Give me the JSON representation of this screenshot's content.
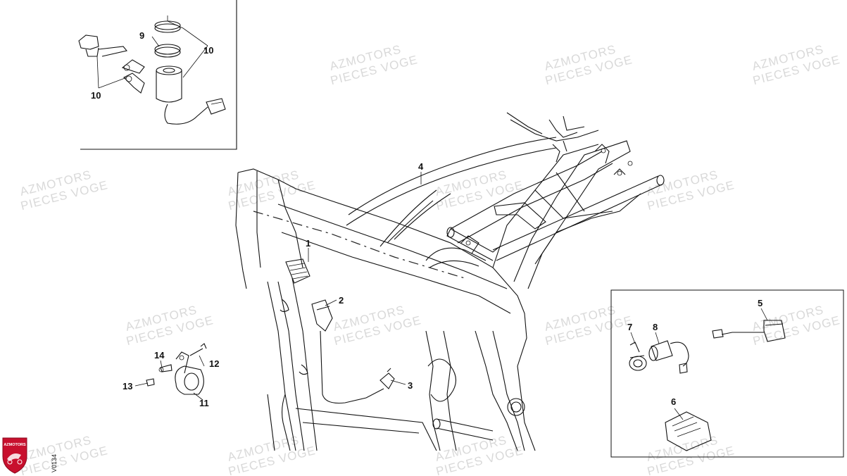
{
  "watermark": {
    "line1": "AZMOTORS",
    "line2": "PIECES VOGE"
  },
  "logo": {
    "text": "AZMOTORS",
    "color": "#c8102e"
  },
  "diagram_code": "V0134",
  "callouts": {
    "c1": "1",
    "c2": "2",
    "c3": "3",
    "c4": "4",
    "c5": "5",
    "c6": "6",
    "c7": "7",
    "c8": "8",
    "c9": "9",
    "c10a": "10",
    "c10b": "10",
    "c11": "11",
    "c12": "12",
    "c13": "13",
    "c14": "14"
  }
}
